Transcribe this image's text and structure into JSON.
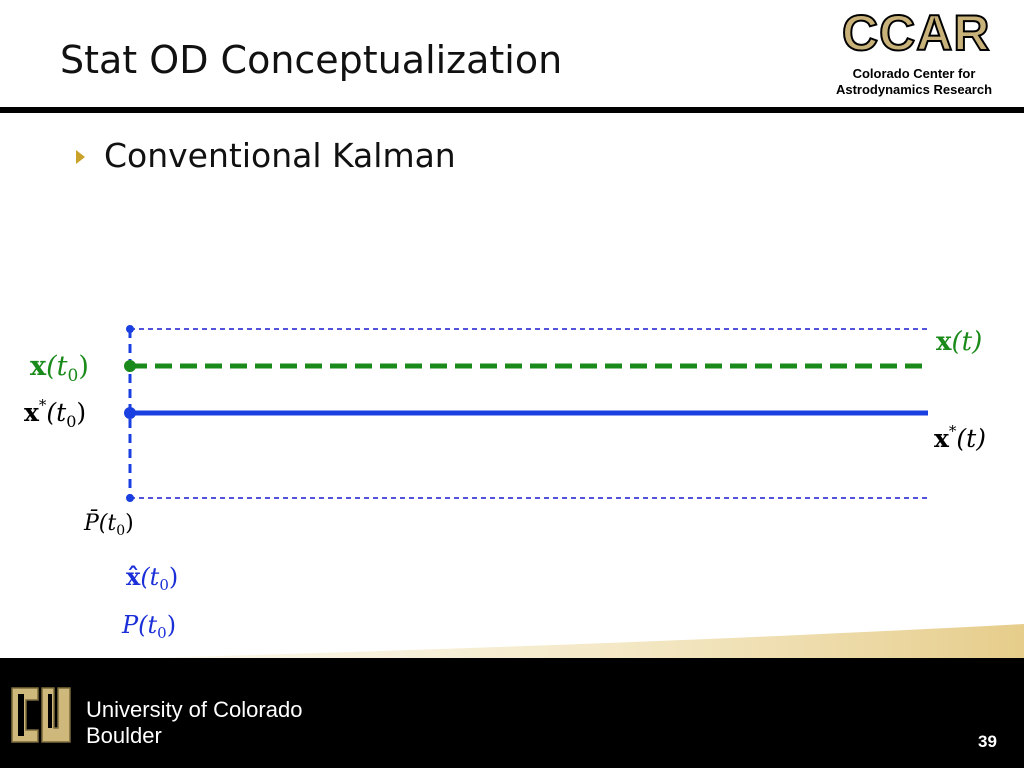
{
  "slide": {
    "title": "Stat OD Conceptualization",
    "bullet": "Conventional Kalman",
    "page_number": "39"
  },
  "header_logo": {
    "letters": "CCAR",
    "subtitle_line1": "Colorado Center for",
    "subtitle_line2": "Astrodynamics Research"
  },
  "footer": {
    "university_line1": "University of Colorado",
    "university_line2": "Boulder"
  },
  "diagram": {
    "labels": {
      "x_t0": {
        "bold": "x",
        "rest": "(t",
        "sub": "0",
        "close": ")"
      },
      "xstar_t0": {
        "bold": "x",
        "sup": "*",
        "rest": "(t",
        "sub": "0",
        "close": ")"
      },
      "pbar_t0": {
        "main": "P̄(t",
        "sub": "0",
        "close": ")"
      },
      "xhat_t0": {
        "bold": "x̂",
        "rest": "(t",
        "sub": "0",
        "close": ")"
      },
      "p_t0": {
        "main": "P(t",
        "sub": "0",
        "close": ")"
      },
      "x_t": {
        "bold": "x",
        "rest": "(t)"
      },
      "xstar_t": {
        "bold": "x",
        "sup": "*",
        "rest": "(t)"
      }
    },
    "colors": {
      "true_state": "#1a8a1a",
      "reference": "#1a3fe0",
      "covariance": "#1a1ad0",
      "estimate_text": "#1a2fd8",
      "text": "#000000"
    }
  },
  "colors": {
    "bullet": "#c9a227",
    "logo_gold": "#c9b27a",
    "footer_bg": "#000000",
    "title_rule": "#000000"
  }
}
